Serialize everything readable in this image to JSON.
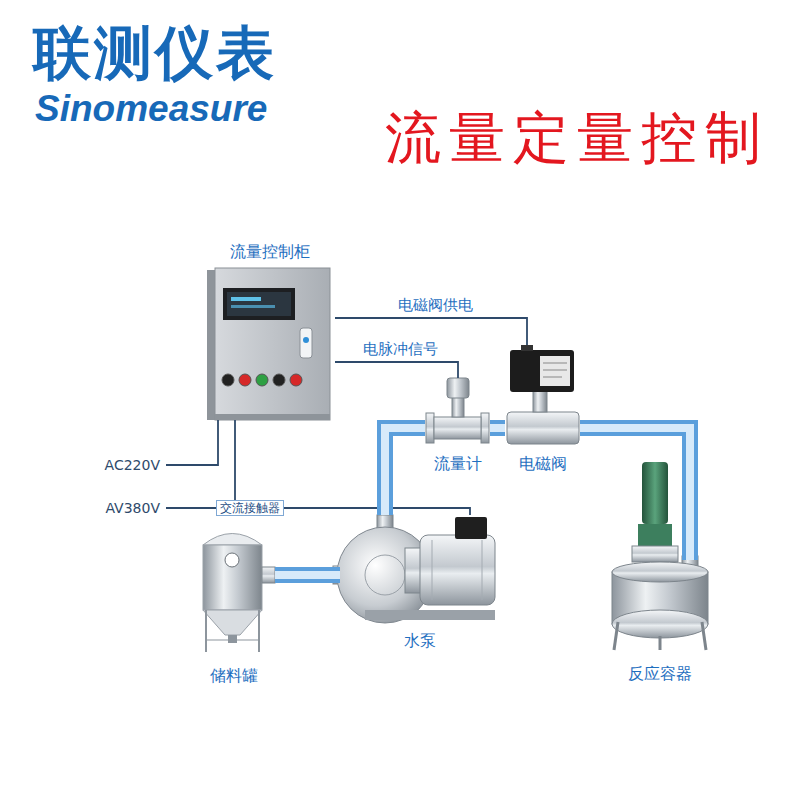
{
  "diagram": {
    "title": "流量定量控制",
    "nodes": [
      {
        "text": [
          "流量控制柜"
        ]
      },
      {
        "text": [
          "流量计"
        ]
      },
      {
        "text": [
          "电磁阀"
        ]
      },
      {
        "text": [
          "水泵"
        ]
      },
      {
        "text": [
          "储料罐"
        ]
      },
      {
        "text": [
          "反应容器"
        ]
      }
    ],
    "edges": [
      {
        "from": 0,
        "to": 2,
        "arrow": "none",
        "label": "电磁阀供电"
      },
      {
        "from": 1,
        "to": 0,
        "arrow": "none",
        "label": "电脉冲信号"
      },
      {
        "from": 0,
        "to": 3,
        "arrow": "none",
        "label": "交流接触器"
      },
      {
        "from": 4,
        "to": 3,
        "arrow": "none"
      },
      {
        "from": 3,
        "to": 1,
        "arrow": "none"
      },
      {
        "from": 1,
        "to": 2,
        "arrow": "none"
      },
      {
        "from": 2,
        "to": 5,
        "arrow": "none"
      }
    ],
    "labels": [
      "联测仪表",
      "Sinomeasure",
      "AC220V",
      "AV380V"
    ]
  }
}
